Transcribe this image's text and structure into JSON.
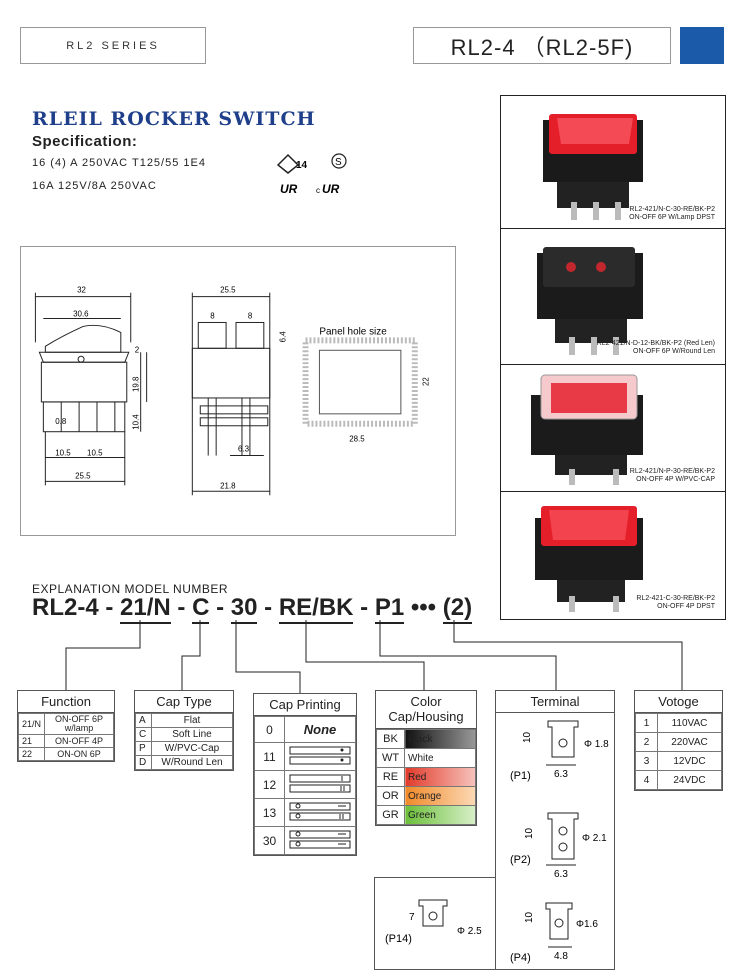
{
  "header": {
    "series": "RL2 SERIES",
    "model": "RL2-4 （RL2-5F)",
    "accent_color": "#1b5aa8"
  },
  "intro": {
    "title": "RLEIL ROCKER SWITCH",
    "spec_heading": "Specification:",
    "spec_line_1": "16 (4) A 250VAC T125/55 1E4",
    "spec_line_2": "16A 125V/8A 250VAC",
    "cert_1": "14",
    "cert_2": "S"
  },
  "drawing": {
    "dim_32": "32",
    "dim_30_6": "30.6",
    "dim_2": "2",
    "dim_19_8": "19.8",
    "dim_10_4": "10.4",
    "dim_0_8": "0.8",
    "dim_10_5a": "10.5",
    "dim_10_5b": "10.5",
    "dim_25_5a": "25.5",
    "dim_25_5b": "25.5",
    "dim_8a": "8",
    "dim_8b": "8",
    "dim_6_3": "6.3",
    "dim_21_8": "21.8",
    "dim_6_4": "6.4",
    "panel_label": "Panel hole size",
    "dim_22": "22",
    "dim_28_5": "28.5"
  },
  "photos": [
    {
      "line1": "RL2-421/N-C-30-RE/BK-P2",
      "line2": "ON-OFF 6P W/Lamp DPST"
    },
    {
      "line1": "RL2-421/N-D-12-BK/BK-P2 (Red Len)",
      "line2": "ON-OFF 6P W/Round Len"
    },
    {
      "line1": "RL2-421/N-P-30-RE/BK-P2",
      "line2": "ON-OFF 4P W/PVC-CAP"
    },
    {
      "line1": "RL2-421-C-30-RE/BK-P2",
      "line2": "ON-OFF 4P DPST"
    }
  ],
  "explanation": {
    "label": "EXPLANATION MODEL NUMBER",
    "parts": [
      "RL2-4",
      "-",
      "21/N",
      "-",
      "C",
      "-",
      "30",
      "-",
      "RE/BK",
      "-",
      "P1",
      "•••",
      "(2)"
    ]
  },
  "function_table": {
    "title": "Function",
    "rows": [
      {
        "code": "21/N",
        "desc": "ON-OFF 6P w/lamp"
      },
      {
        "code": "21",
        "desc": "ON-OFF 4P"
      },
      {
        "code": "22",
        "desc": "ON-ON 6P"
      }
    ]
  },
  "cap_type_table": {
    "title": "Cap Type",
    "rows": [
      {
        "code": "A",
        "desc": "Flat"
      },
      {
        "code": "C",
        "desc": "Soft Line"
      },
      {
        "code": "P",
        "desc": "W/PVC-Cap"
      },
      {
        "code": "D",
        "desc": "W/Round Len"
      }
    ]
  },
  "cap_printing_table": {
    "title": "Cap Printing",
    "rows": [
      {
        "code": "0",
        "desc": "None"
      },
      {
        "code": "11",
        "desc": ""
      },
      {
        "code": "12",
        "desc": ""
      },
      {
        "code": "13",
        "desc": ""
      },
      {
        "code": "30",
        "desc": ""
      }
    ]
  },
  "color_table": {
    "title_1": "Color",
    "title_2": "Cap/Housing",
    "rows": [
      {
        "code": "BK",
        "name": "Black",
        "color": "#111111"
      },
      {
        "code": "WT",
        "name": "White",
        "color": "#ffffff"
      },
      {
        "code": "RE",
        "name": "Red",
        "color": "#e23a2a"
      },
      {
        "code": "OR",
        "name": "Orange",
        "color": "#f08a2a"
      },
      {
        "code": "GR",
        "name": "Green",
        "color": "#6cbf3a"
      }
    ]
  },
  "terminal_table": {
    "title": "Terminal",
    "items": [
      {
        "label": "(P1)",
        "h": "10",
        "w": "6.3",
        "d": "Φ 1.8"
      },
      {
        "label": "(P2)",
        "h": "10",
        "w": "6.3",
        "d": "Φ 2.1"
      },
      {
        "label": "(P4)",
        "h": "10",
        "w": "4.8",
        "d": "Φ1.6"
      },
      {
        "label": "(P14)",
        "h": "7",
        "w": "",
        "d": "Φ 2.5"
      }
    ]
  },
  "voltage_table": {
    "title": "Votoge",
    "rows": [
      {
        "code": "1",
        "desc": "110VAC"
      },
      {
        "code": "2",
        "desc": "220VAC"
      },
      {
        "code": "3",
        "desc": "12VDC"
      },
      {
        "code": "4",
        "desc": "24VDC"
      }
    ]
  }
}
